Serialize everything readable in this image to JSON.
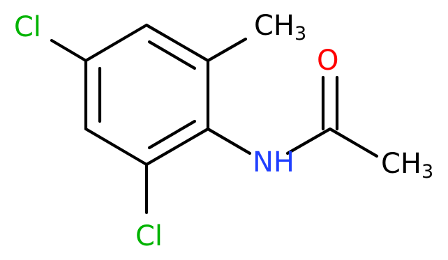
{
  "molecule": {
    "atoms": {
      "cl_top": {
        "label": "Cl",
        "color": "#00b300"
      },
      "cl_bottom": {
        "label": "Cl",
        "color": "#00b300"
      },
      "ch3_top": {
        "label": "CH",
        "sub": "3",
        "color": "#000000"
      },
      "oxygen": {
        "label": "O",
        "color": "#ff0000"
      },
      "nitrogen": {
        "label": "NH",
        "color": "#1f3fff"
      },
      "ch3_right": {
        "label": "CH",
        "sub": "3",
        "color": "#000000"
      }
    }
  }
}
